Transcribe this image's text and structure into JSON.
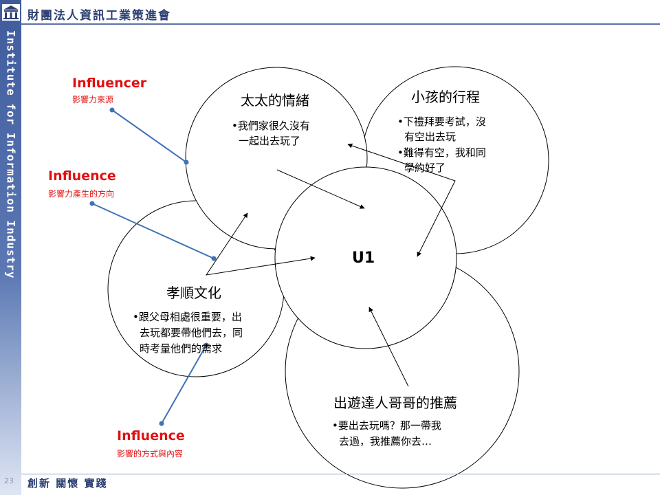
{
  "header": {
    "organization": "財團法人資訊工業策進會",
    "sidebar_text": "Institute for Information Industry",
    "logo_icon": "institute-building-icon"
  },
  "footer": {
    "page_number": "23",
    "motto": "創新 關懷 實踐"
  },
  "center": {
    "label": "U1"
  },
  "circles": {
    "wife": {
      "title": "太太的情緒",
      "lines": [
        "•我們家很久沒有",
        "一起出去玩了"
      ]
    },
    "kids": {
      "title": "小孩的行程",
      "lines": [
        "•下禮拜要考試，沒",
        "有空出去玩",
        "•難得有空，我和同",
        "學約好了"
      ]
    },
    "filial": {
      "title": "孝順文化",
      "lines": [
        "•跟父母相處很重要，出",
        "去玩都要帶他們去，同",
        "時考量他們的需求"
      ]
    },
    "brother": {
      "title": "出遊達人哥哥的推薦",
      "lines": [
        "•要出去玩嗎？那一帶我",
        "去過，我推薦你去…"
      ]
    }
  },
  "annotations": [
    {
      "title": "Influencer",
      "subtitle": "影響力來源"
    },
    {
      "title": "Influence",
      "subtitle": "影響力產生的方向"
    },
    {
      "title": "Influence",
      "subtitle": "影響的方式與內容"
    }
  ],
  "colors": {
    "accent_red": "#e01010",
    "pointer_blue": "#3f72b3",
    "brand_navy": "#2c3f73"
  }
}
